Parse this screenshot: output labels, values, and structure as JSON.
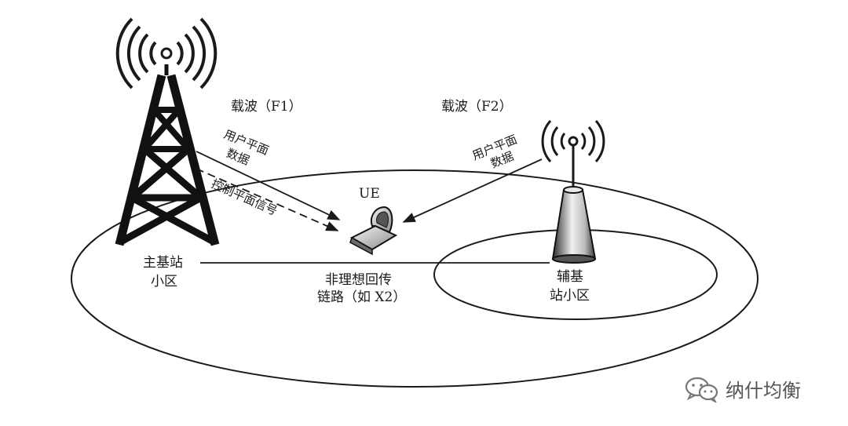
{
  "labels": {
    "carrier_f1": "载波（F1）",
    "carrier_f2": "载波（F2）",
    "user_plane_left_1": "用户平面",
    "user_plane_left_2": "数据",
    "control_plane": "控制平面信号",
    "user_plane_right_1": "用户平面",
    "user_plane_right_2": "数据",
    "ue": "UE",
    "main_cell_1": "主基站",
    "main_cell_2": "小区",
    "backhaul_1": "非理想回传",
    "backhaul_2": "链路（如 X2）",
    "secondary_cell_1": "辅基",
    "secondary_cell_2": "站小区"
  },
  "watermark": {
    "text": "纳什均衡",
    "icon": "wechat-icon"
  }
}
